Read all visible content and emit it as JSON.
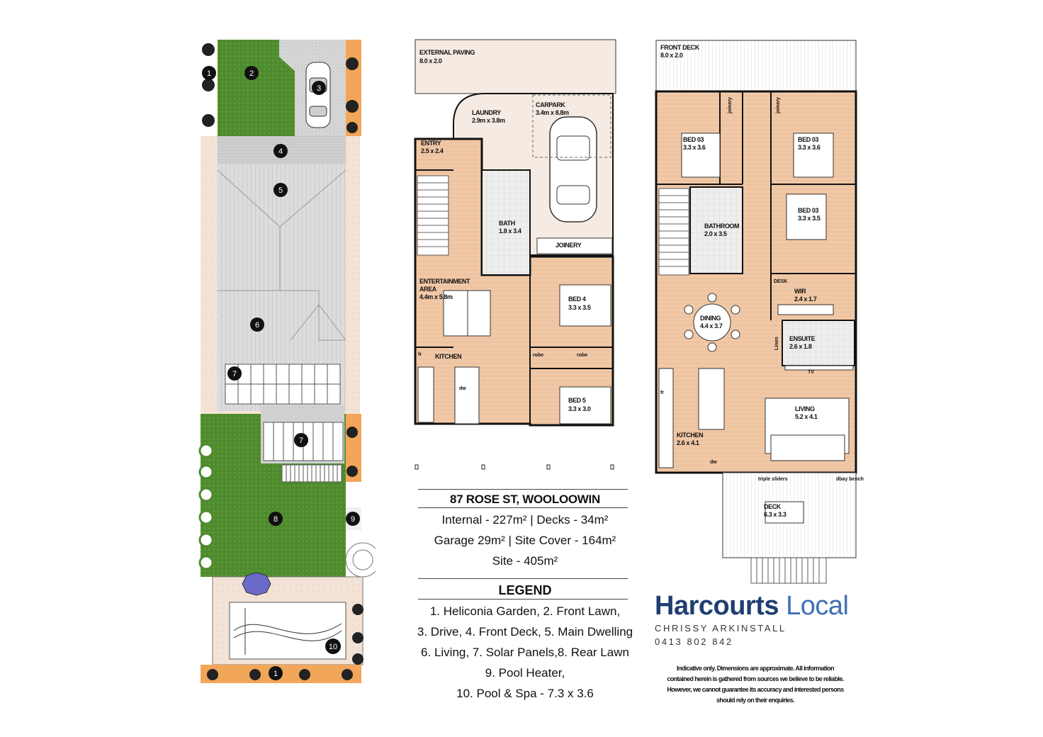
{
  "site_plan": {
    "markers": [
      "1",
      "2",
      "3",
      "4",
      "5",
      "6",
      "7",
      "7",
      "8",
      "9",
      "10",
      "1"
    ]
  },
  "ground_floor": {
    "rooms": {
      "external_paving": {
        "name": "EXTERNAL PAVING",
        "dim": "8.0 x 2.0"
      },
      "laundry": {
        "name": "LAUNDRY",
        "dim": "2.9m x 3.8m"
      },
      "carpark": {
        "name": "CARPARK",
        "dim": "3.4m x 8.8m"
      },
      "entry": {
        "name": "ENTRY",
        "dim": "2.5 x 2.4"
      },
      "bath": {
        "name": "BATH",
        "dim": "1.8 x 3.4"
      },
      "joinery": {
        "name": "JOINERY"
      },
      "entertainment": {
        "name1": "ENTERTAINMENT",
        "name2": "AREA",
        "dim": "4.4m x 5.8m"
      },
      "bed4": {
        "name": "BED 4",
        "dim": "3.3 x 3.5"
      },
      "kitchen": {
        "name": "KITCHEN"
      },
      "robe1": "robe",
      "robe2": "robe",
      "bed5": {
        "name": "BED 5",
        "dim": "3.3 x 3.0"
      },
      "fr": "fr",
      "dw": "dw"
    }
  },
  "first_floor": {
    "rooms": {
      "front_deck": {
        "name": "FRONT DECK",
        "dim": "8.0 x 2.0"
      },
      "joinery_a": "joinery",
      "joinery_b": "joinery",
      "bed_left": {
        "name": "BED 03",
        "dim": "3.3 x 3.6"
      },
      "bed_right": {
        "name": "BED 03",
        "dim": "3.3 x 3.6"
      },
      "bed_mid": {
        "name": "BED 03",
        "dim": "3.3 x 3.5"
      },
      "bathroom": {
        "name": "BATHROOM",
        "dim": "2.0 x 3.5"
      },
      "desk": "DESK",
      "wir": {
        "name": "WIR",
        "dim": "2.4 x 1.7"
      },
      "dining": {
        "name": "DINING",
        "dim": "4.4 x 3.7"
      },
      "linen": "Linen",
      "ensuite": {
        "name": "ENSUITE",
        "dim": "2.6 x 1.8"
      },
      "tv": "TV",
      "living": {
        "name": "LIVING",
        "dim": "5.2 x 4.1"
      },
      "kitchen": {
        "name": "KITCHEN",
        "dim": "2.6 x 4.1"
      },
      "fr": "fr",
      "dw": "dw",
      "sliders": "triple sliders",
      "dbl_bar": "dbay bench",
      "deck": {
        "name": "DECK",
        "dim": "6.3 x 3.3"
      }
    }
  },
  "property": {
    "address": "87 ROSE ST, WOOLOOWIN",
    "internal": "Internal - 227m²",
    "decks": "Decks - 34m²",
    "garage": "Garage 29m²",
    "site_cover": "Site Cover - 164m²",
    "site": "Site - 405m²"
  },
  "legend": {
    "title": "LEGEND",
    "lines": [
      "1. Heliconia Garden, 2. Front Lawn,",
      "3. Drive, 4. Front Deck, 5. Main Dwelling",
      "6. Living, 7. Solar Panels,8. Rear Lawn",
      "9. Pool Heater,",
      "10. Pool & Spa - 7.3 x 3.6"
    ]
  },
  "agency": {
    "brand_bold": "Harcourts",
    "brand_light": "Local",
    "agent": "CHRISSY ARKINSTALL",
    "phone": "0413 802 842",
    "brand_color": "#1f3e72",
    "accent_color": "#3f6fb6"
  },
  "disclaimer": [
    "Indicative only. Dimensions are approximate. All information",
    "contained herein is gathered from sources we believe to be reliable.",
    "However, we cannot guarantee its accuracy and interested persons",
    "should rely on their enquiries."
  ],
  "colors": {
    "lawn": "#4e8a2e",
    "floor": "#f1c8a6",
    "tile": "#e8e8e8",
    "roof": "#d9d9d9",
    "paving": "#f5ebe2",
    "pool": "#ffffff"
  }
}
